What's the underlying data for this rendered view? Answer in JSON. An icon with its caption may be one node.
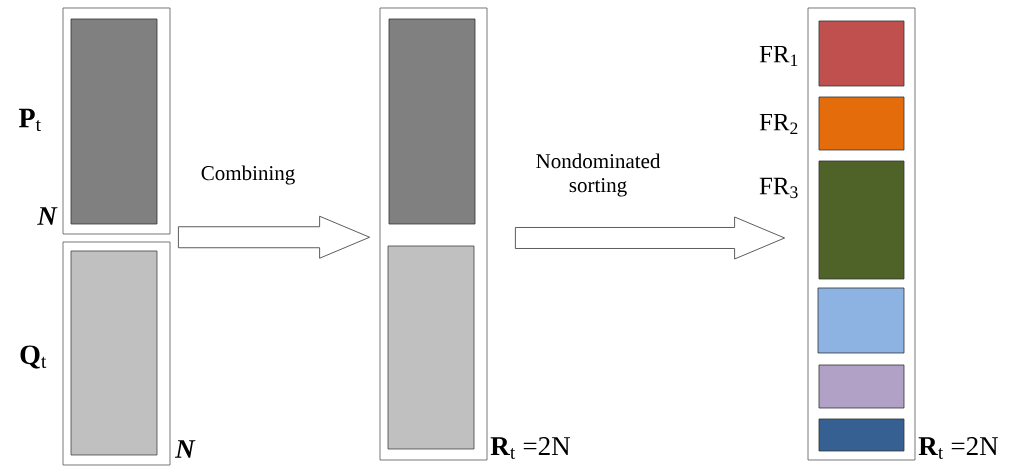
{
  "diagram": {
    "nodes": [
      {
        "text": [],
        "shape": "box",
        "beside": [
          "**P**$_{t}$",
          "N"
        ]
      },
      {
        "text": [],
        "shape": "box",
        "in": 0
      },
      {
        "text": [],
        "shape": "box",
        "beside": [
          "**Q**$_{t}$",
          "N"
        ]
      },
      {
        "text": [],
        "shape": "box",
        "in": 2
      },
      {
        "text": [],
        "shape": "box",
        "beside": [
          "**R**$_{t}$ =2N"
        ]
      },
      {
        "text": [],
        "shape": "box",
        "in": 4
      },
      {
        "text": [],
        "shape": "box",
        "in": 4
      },
      {
        "text": [],
        "shape": "box",
        "beside": [
          "**R**$_{t}$ =2N"
        ]
      },
      {
        "text": [],
        "shape": "box",
        "in": 7,
        "beside": [
          "FR$_{1}$"
        ]
      },
      {
        "text": [],
        "shape": "box",
        "in": 7,
        "beside": [
          "FR$_{2}$"
        ]
      },
      {
        "text": [],
        "shape": "box",
        "in": 7,
        "beside": [
          "FR$_{3}$"
        ]
      },
      {
        "text": [],
        "shape": "box",
        "in": 7
      },
      {
        "text": [],
        "shape": "box",
        "in": 7
      },
      {
        "text": [],
        "shape": "box",
        "in": 7
      }
    ],
    "edges": [
      {
        "from": 0,
        "to": 4,
        "arrow": "to",
        "label": "Combining"
      },
      {
        "from": 2,
        "to": 4,
        "arrow": "to"
      },
      {
        "from": 4,
        "to": 7,
        "arrow": "to",
        "label": "Nondominated sorting"
      }
    ]
  }
}
